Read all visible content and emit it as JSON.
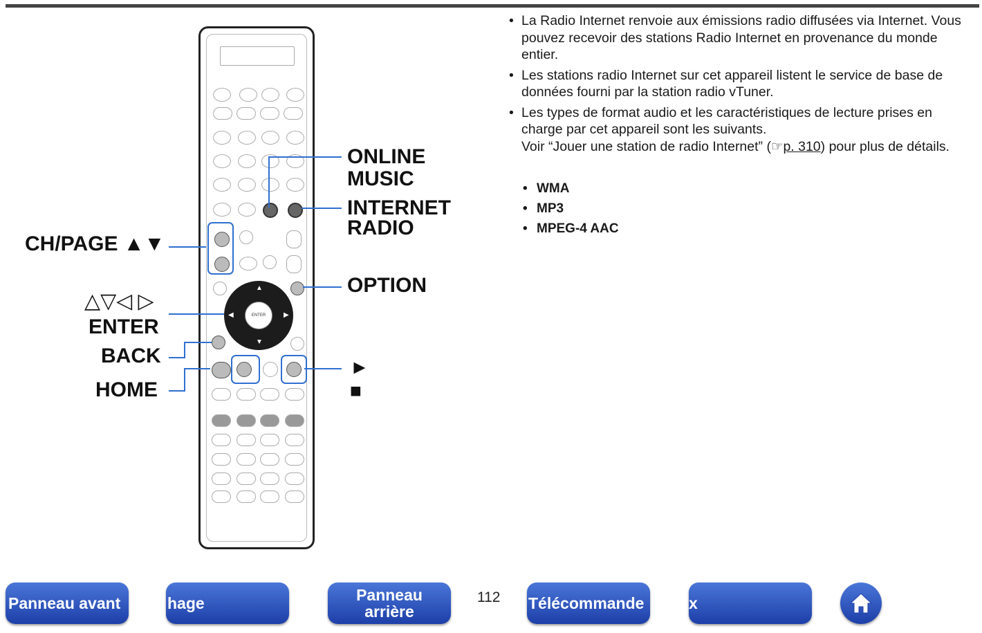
{
  "callouts": {
    "online_music_1": "ONLINE",
    "online_music_2": "MUSIC",
    "internet_radio_1": "INTERNET",
    "internet_radio_2": "RADIO",
    "option": "OPTION",
    "play": "►",
    "stop": "■",
    "ch_page": "CH/PAGE ▲▼",
    "arrows": "△▽◁ ▷",
    "enter": "ENTER",
    "back": "BACK",
    "home": "HOME"
  },
  "remote": {
    "enter_label": "ENTER"
  },
  "bullets": [
    "La Radio Internet renvoie aux émissions radio diffusées via Internet. Vous pouvez recevoir des stations Radio Internet en provenance du monde entier.",
    "Les stations radio Internet sur cet appareil listent le service de base de données fourni par la station radio vTuner."
  ],
  "bullet3": {
    "line1": "Les types de format audio et les caractéristiques de lecture prises en charge par cet appareil sont les suivants.",
    "see_prefix": "Voir “Jouer une station de radio Internet” (",
    "ref_icon": "☞",
    "ref_link": "p. 310",
    "see_suffix": ") pour plus de détails."
  },
  "formats": [
    "WMA",
    "MP3",
    "MPEG-4 AAC"
  ],
  "footer": {
    "btn1": "Panneau avant",
    "btn2": "hage",
    "btn3": "Panneau arrière",
    "page_number": "112",
    "btn4": "Télécommande",
    "btn5": "x"
  },
  "colors": {
    "nav_button": "#2b52c0",
    "highlight": "#2f6fd0"
  }
}
